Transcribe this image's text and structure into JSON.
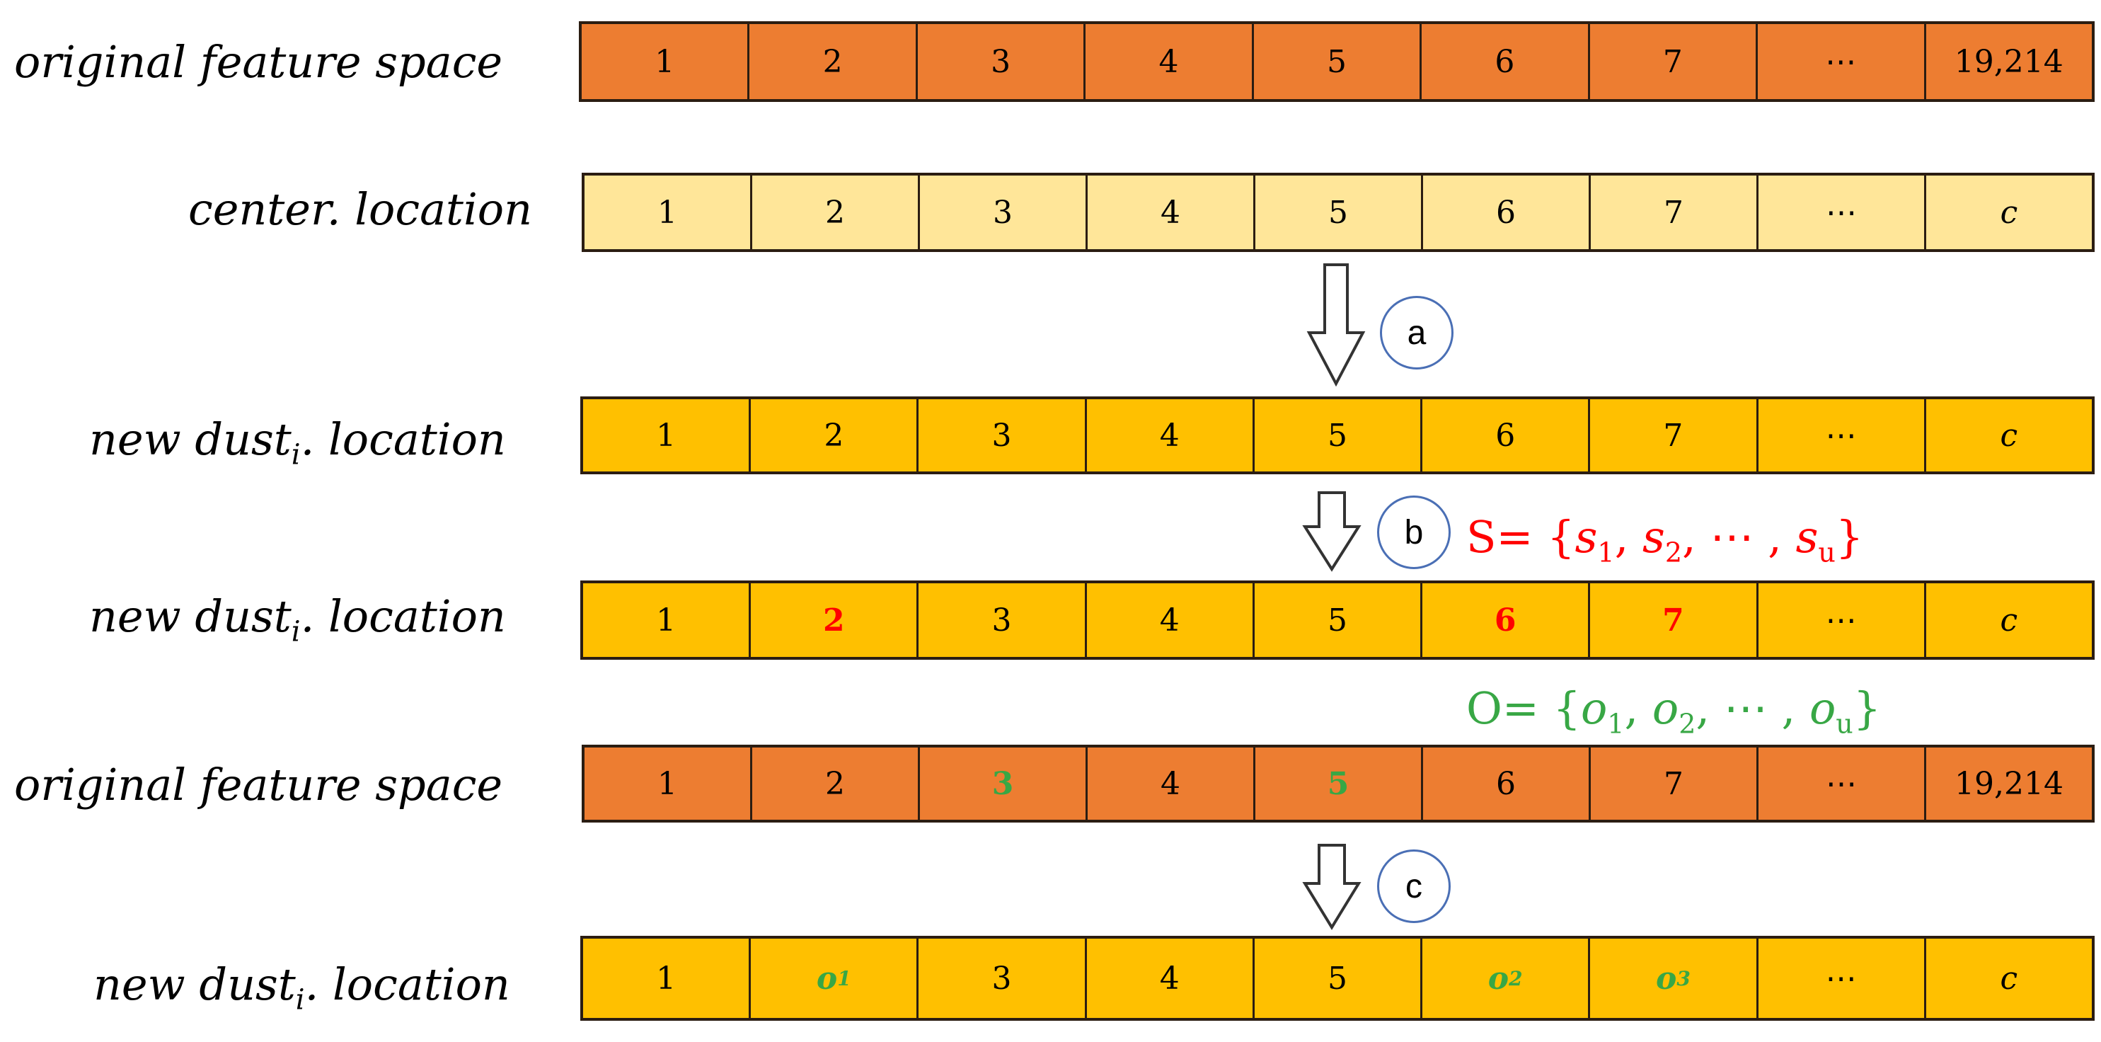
{
  "rows": [
    {
      "label": "original feature space",
      "cells": [
        "1",
        "2",
        "3",
        "4",
        "5",
        "6",
        "7",
        "⋯",
        "19,214"
      ]
    },
    {
      "label": "center. location",
      "cells": [
        "1",
        "2",
        "3",
        "4",
        "5",
        "6",
        "7",
        "⋯",
        "c"
      ]
    },
    {
      "label_main": "new dust",
      "label_sub": "i",
      "label_tail": ". location",
      "cells": [
        "1",
        "2",
        "3",
        "4",
        "5",
        "6",
        "7",
        "⋯",
        "c"
      ]
    },
    {
      "label_main": "new dust",
      "label_sub": "i",
      "label_tail": ". location",
      "cells": [
        "1",
        "2",
        "3",
        "4",
        "5",
        "6",
        "7",
        "⋯",
        "c"
      ]
    },
    {
      "label": "original feature space",
      "cells": [
        "1",
        "2",
        "3",
        "4",
        "5",
        "6",
        "7",
        "⋯",
        "19,214"
      ]
    },
    {
      "label_main": "new dust",
      "label_sub": "i",
      "label_tail": ". location",
      "cells": [
        "1",
        "o",
        "3",
        "4",
        "5",
        "o",
        "o",
        "⋯",
        "c"
      ],
      "cell_subs": [
        "",
        "1",
        "",
        "",
        "",
        "2",
        "3",
        "",
        ""
      ]
    }
  ],
  "steps": [
    "a",
    "b",
    "c"
  ],
  "set_s": {
    "prefix": "S= {",
    "items": [
      "s",
      "s",
      "⋯",
      "s"
    ],
    "subs": [
      "1",
      "2",
      "",
      "u"
    ],
    "suffix": "}"
  },
  "set_o": {
    "prefix": "O= {",
    "items": [
      "o",
      "o",
      "⋯",
      "o"
    ],
    "subs": [
      "1",
      "2",
      "",
      "u"
    ],
    "suffix": "}"
  },
  "colors": {
    "orange": "#ed7d31",
    "light": "#ffe699",
    "gold": "#ffc000",
    "red": "#ff0000",
    "green": "#38a745",
    "circle_border": "#4a6fb5"
  }
}
